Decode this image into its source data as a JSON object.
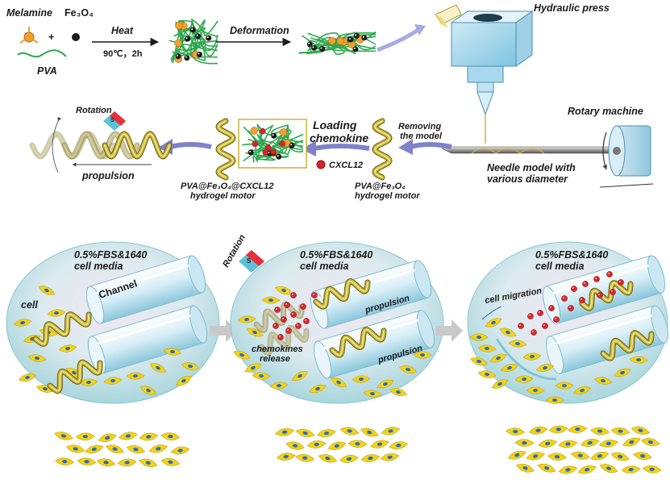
{
  "top": {
    "melamine": "Melamine",
    "fe3o4": "Fe₃O₄",
    "plus": "+",
    "pva": "PVA",
    "heat": "Heat",
    "heat_cond": "90℃，2h",
    "deformation": "Deformation",
    "hydraulic_press": "Hydraulic press",
    "rotary_machine": "Rotary machine",
    "needle_model_1": "Needle model with",
    "needle_model_2": "various diameter",
    "removing_1": "Removing",
    "removing_2": "the model",
    "loading_1": "Loading",
    "loading_2": "chemokine",
    "cxcl12": "CXCL12",
    "motor1_1": "PVA@Fe₃O₄",
    "motor1_2": "hydrogel motor",
    "motor2_1": "PVA@Fe₃O₄@CXCL12",
    "motor2_2": "hydrogel motor",
    "rotation": "Rotation",
    "propulsion": "propulsion"
  },
  "bottom": {
    "media_1": "0.5%FBS&1640",
    "media_2": "cell media",
    "cell": "cell",
    "channel": "Channel",
    "rotation": "Rotation",
    "propulsion": "propulsion",
    "chemokines_1": "chemokines",
    "chemokines_2": "release",
    "cell_migration": "cell migration"
  },
  "colors": {
    "pva_green": "#2fa84f",
    "melamine_orange": "#f0a030",
    "fe3o4_black": "#1a1a1a",
    "chemokine_red": "#d9262b",
    "helix_gold": "#c8b432",
    "arrow_purple": "#7f82c9",
    "cell_yellow": "#f2d21b",
    "nucleus_blue": "#2a6fb5",
    "circle_teal": "#bfe3e6"
  }
}
